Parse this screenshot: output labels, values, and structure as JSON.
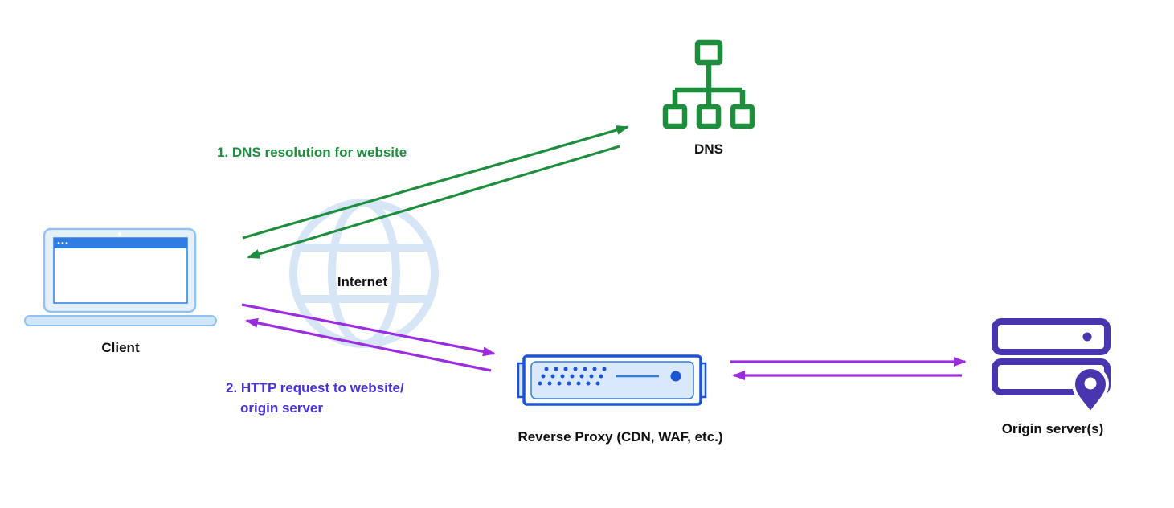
{
  "diagram": {
    "nodes": {
      "dns": {
        "label": "DNS"
      },
      "client": {
        "label": "Client"
      },
      "internet": {
        "label": "Internet"
      },
      "reverse_proxy": {
        "label": "Reverse Proxy (CDN, WAF, etc.)"
      },
      "origin": {
        "label": "Origin server(s)"
      }
    },
    "annotations": {
      "step1": {
        "text": "1. DNS resolution for website"
      },
      "step2": {
        "line1": "2. HTTP request to website/",
        "line2": "origin server"
      }
    },
    "colors": {
      "green": "#1e8e3e",
      "purple-arrow": "#9b2ce0",
      "purple-text": "#4733d6",
      "indigo": "#4936ae",
      "blue": "#2d7de2",
      "blue-dark": "#1a55d6",
      "blue-light": "#d9e8fb",
      "blue-pale": "#d7e6f6",
      "laptop-fill": "#e4f1fd",
      "laptop-stroke": "#8fc1f2",
      "text": "#111111"
    }
  }
}
